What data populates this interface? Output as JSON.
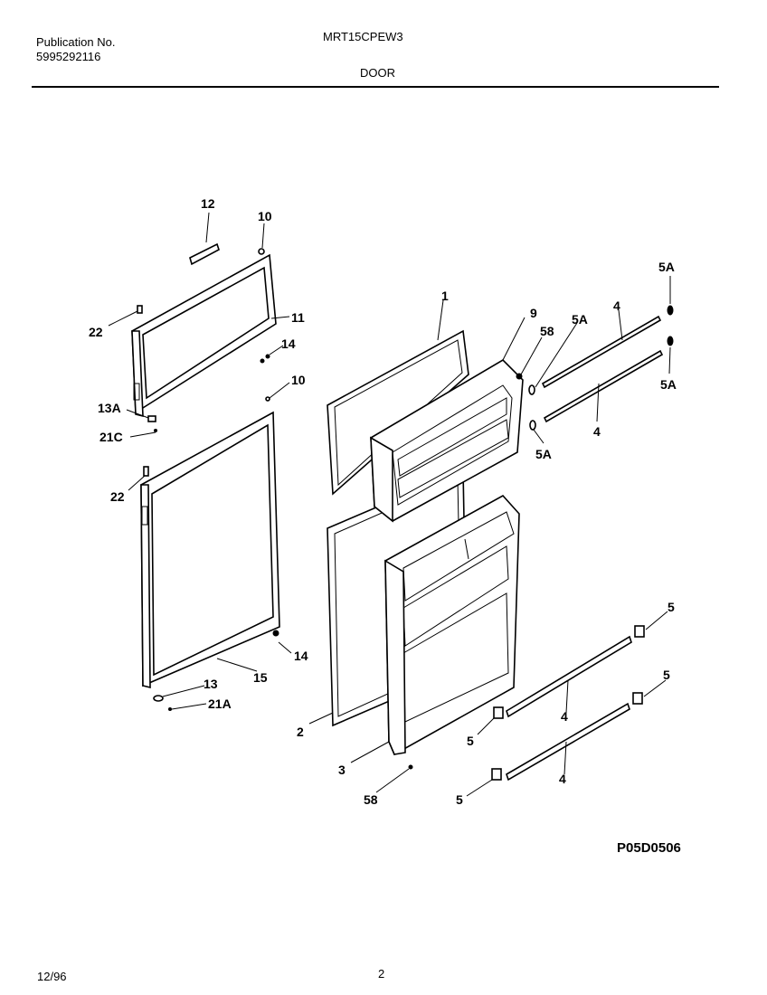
{
  "header": {
    "publication_label": "Publication No.",
    "publication_number": "5995292116",
    "model": "MRT15CPEW3",
    "section": "DOOR"
  },
  "figure_code": "P05D0506",
  "footer": {
    "date": "12/96",
    "page": "2"
  },
  "callouts": {
    "c1": "1",
    "c2": "2",
    "c3": "3",
    "c4a": "4",
    "c4b": "4",
    "c4c": "4",
    "c4d": "4",
    "c5a": "5",
    "c5b": "5",
    "c5c": "5",
    "c5d": "5",
    "c5A1": "5A",
    "c5A2": "5A",
    "c5A3": "5A",
    "c5A4": "5A",
    "c9": "9",
    "c10a": "10",
    "c10b": "10",
    "c11": "11",
    "c12": "12",
    "c13": "13",
    "c13A": "13A",
    "c14a": "14",
    "c14b": "14",
    "c15": "15",
    "c21A": "21A",
    "c21C": "21C",
    "c22a": "22",
    "c22b": "22",
    "c58a": "58",
    "c58b": "58"
  }
}
